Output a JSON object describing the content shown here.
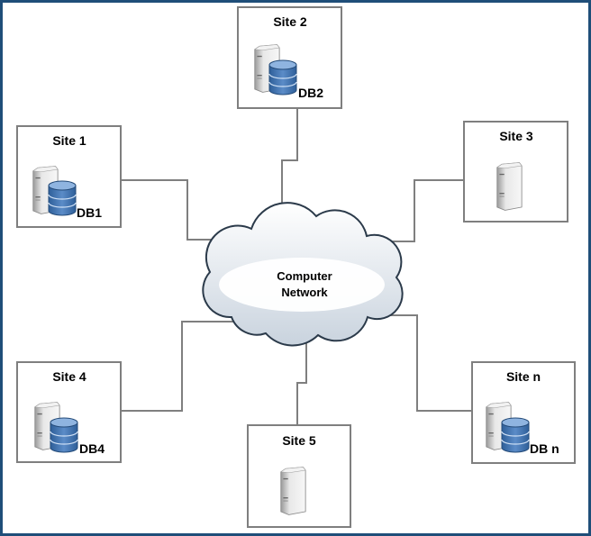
{
  "network": {
    "label_line1": "Computer",
    "label_line2": "Network"
  },
  "sites": [
    {
      "title": "Site 1",
      "db": "DB1"
    },
    {
      "title": "Site 2",
      "db": "DB2"
    },
    {
      "title": "Site 3",
      "db": ""
    },
    {
      "title": "Site 4",
      "db": "DB4"
    },
    {
      "title": "Site 5",
      "db": ""
    },
    {
      "title": "Site n",
      "db": "DB n"
    }
  ],
  "colors": {
    "frame": "#1f4e79",
    "box_border": "#7f7f7f",
    "connector": "#7f7f7f",
    "db_blue": "#3d6ea8"
  }
}
